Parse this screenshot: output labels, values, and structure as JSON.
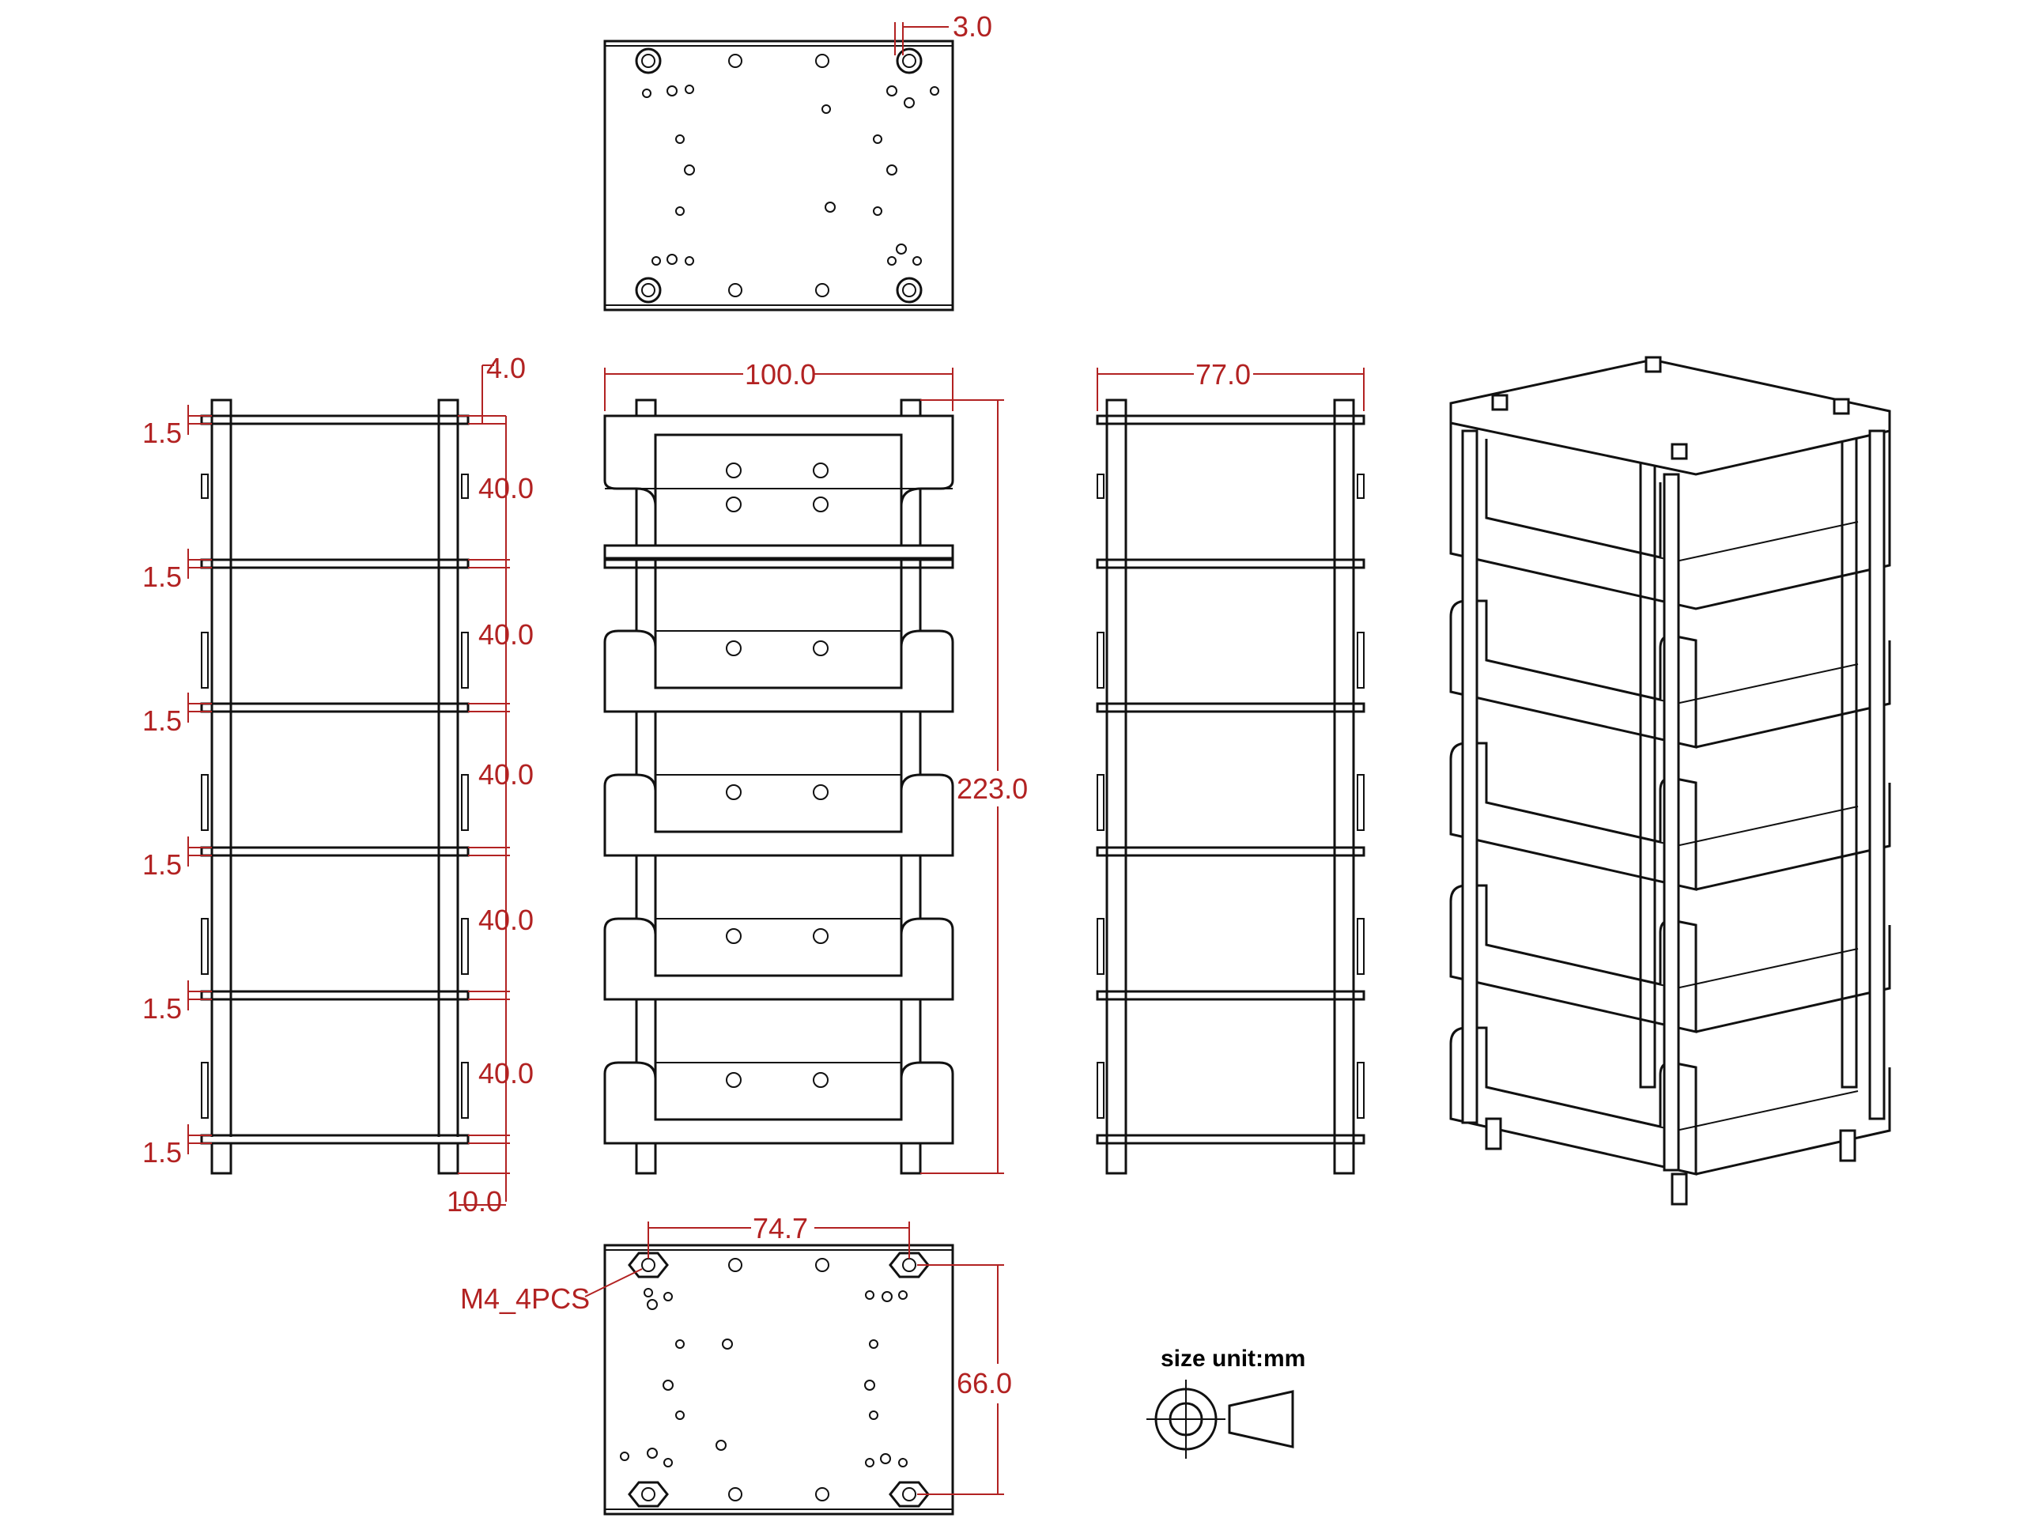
{
  "colors": {
    "line": "#111111",
    "dimension": "#b22222",
    "background": "#ffffff"
  },
  "top_view": {
    "hole_offset_label": "3.0"
  },
  "side_view_left": {
    "top_offset_label": "4.0",
    "plate_thickness_labels": [
      "1.5",
      "1.5",
      "1.5",
      "1.5",
      "1.5",
      "1.5"
    ],
    "tier_spacing_labels": [
      "40.0",
      "40.0",
      "40.0",
      "40.0",
      "40.0"
    ],
    "foot_height_label": "10.0"
  },
  "front_view": {
    "width_label": "100.0",
    "height_label": "223.0"
  },
  "side_view_right": {
    "depth_label": "77.0"
  },
  "bottom_view": {
    "hole_spacing_label": "74.7",
    "hole_depth_label": "66.0",
    "standoff_callout": "M4_4PCS"
  },
  "legend": {
    "unit_note": "size unit:mm"
  }
}
